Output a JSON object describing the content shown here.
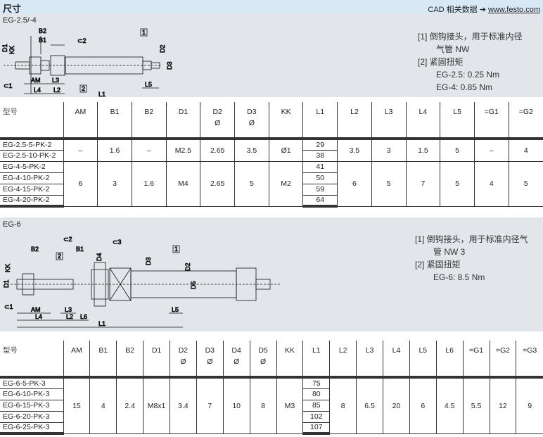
{
  "header": {
    "title": "尺寸",
    "cad_label": "CAD 相关数据 ➔",
    "cad_link": "www.festo.com"
  },
  "section1": {
    "title": "EG-2.5/-4",
    "notes": [
      "[1] 倒钩接头，用于标准内径",
      "气管 NW",
      "[2] 紧固扭矩",
      "EG-2.5: 0.25 Nm",
      "EG-4: 0.85 Nm"
    ],
    "drawing_labels": {
      "b2": "B2",
      "b1": "B1",
      "g2": "⊂2",
      "n1": "1",
      "n2": "2",
      "d1": "D1",
      "kk": "KK",
      "d2": "D2",
      "d3": "D3",
      "am": "AM",
      "l3": "L3",
      "l5": "L5",
      "g1": "⊂1",
      "l4": "L4",
      "l2": "L2",
      "l1": "L1"
    }
  },
  "table1": {
    "columns": [
      "型号",
      "AM",
      "B1",
      "B2",
      "D1",
      "D2\nØ",
      "D3\nØ",
      "KK",
      "L1",
      "L2",
      "L3",
      "L4",
      "L5",
      "=G1",
      "=G2"
    ],
    "models": [
      "EG-2.5-5-PK-2",
      "EG-2.5-10-PK-2",
      "EG-4-5-PK-2",
      "EG-4-10-PK-2",
      "EG-4-15-PK-2",
      "EG-4-20-PK-2"
    ],
    "cells": [
      [
        {
          "v": "–",
          "span": 2
        },
        {
          "v": "6",
          "span": 4
        }
      ],
      [
        {
          "v": "1.6",
          "span": 2
        },
        {
          "v": "3",
          "span": 4
        }
      ],
      [
        {
          "v": "–",
          "span": 2
        },
        {
          "v": "1.6",
          "span": 4
        }
      ],
      [
        {
          "v": "M2.5",
          "span": 2
        },
        {
          "v": "M4",
          "span": 4
        }
      ],
      [
        {
          "v": "2.65",
          "span": 2
        },
        {
          "v": "2.65",
          "span": 4
        }
      ],
      [
        {
          "v": "3.5",
          "span": 2
        },
        {
          "v": "5",
          "span": 4
        }
      ],
      [
        {
          "v": "Ø1",
          "span": 2
        },
        {
          "v": "M2",
          "span": 4
        }
      ],
      [
        {
          "v": "29",
          "span": 1
        },
        {
          "v": "38",
          "span": 1
        },
        {
          "v": "41",
          "span": 1
        },
        {
          "v": "50",
          "span": 1
        },
        {
          "v": "59",
          "span": 1
        },
        {
          "v": "64",
          "span": 1
        }
      ],
      [
        {
          "v": "3.5",
          "span": 2
        },
        {
          "v": "6",
          "span": 4
        }
      ],
      [
        {
          "v": "3",
          "span": 2
        },
        {
          "v": "5",
          "span": 4
        }
      ],
      [
        {
          "v": "1.5",
          "span": 2
        },
        {
          "v": "7",
          "span": 4
        }
      ],
      [
        {
          "v": "5",
          "span": 2
        },
        {
          "v": "5",
          "span": 4
        }
      ],
      [
        {
          "v": "–",
          "span": 2
        },
        {
          "v": "4",
          "span": 4
        }
      ],
      [
        {
          "v": "4",
          "span": 2
        },
        {
          "v": "5",
          "span": 4
        }
      ]
    ]
  },
  "section2": {
    "title": "EG-6",
    "notes": [
      "[1] 倒钩接头，用于标准内径气",
      "管 NW 3",
      "[2] 紧固扭矩",
      "EG-6: 8.5 Nm"
    ],
    "drawing_labels": {
      "g2": "⊂2",
      "b2": "B2",
      "b1": "B1",
      "g3": "⊂3",
      "n2": "2",
      "n1": "1",
      "kk": "KK",
      "d1": "D1",
      "d4": "D4",
      "d3": "D3",
      "d2": "D2",
      "d5": "D5",
      "g1": "⊂1",
      "am": "AM",
      "l3": "L3",
      "l4": "L4",
      "l2": "L2",
      "l6": "L6",
      "l5": "L5",
      "l1": "L1"
    }
  },
  "table2": {
    "columns": [
      "型号",
      "AM",
      "B1",
      "B2",
      "D1",
      "D2\nØ",
      "D3\nØ",
      "D4\nØ",
      "D5\nØ",
      "KK",
      "L1",
      "L2",
      "L3",
      "L4",
      "L5",
      "L6",
      "=G1",
      "=G2",
      "=G3"
    ],
    "models": [
      "EG-6-5-PK-3",
      "EG-6-10-PK-3",
      "EG-6-15-PK-3",
      "EG-6-20-PK-3",
      "EG-6-25-PK-3"
    ],
    "cells": [
      [
        {
          "v": "15",
          "span": 5
        }
      ],
      [
        {
          "v": "4",
          "span": 5
        }
      ],
      [
        {
          "v": "2.4",
          "span": 5
        }
      ],
      [
        {
          "v": "M8x1",
          "span": 5
        }
      ],
      [
        {
          "v": "3.4",
          "span": 5
        }
      ],
      [
        {
          "v": "7",
          "span": 5
        }
      ],
      [
        {
          "v": "10",
          "span": 5
        }
      ],
      [
        {
          "v": "8",
          "span": 5
        }
      ],
      [
        {
          "v": "M3",
          "span": 5
        }
      ],
      [
        {
          "v": "75",
          "span": 1
        },
        {
          "v": "80",
          "span": 1
        },
        {
          "v": "85",
          "span": 1
        },
        {
          "v": "102",
          "span": 1
        },
        {
          "v": "107",
          "span": 1
        }
      ],
      [
        {
          "v": "8",
          "span": 5
        }
      ],
      [
        {
          "v": "6.5",
          "span": 5
        }
      ],
      [
        {
          "v": "20",
          "span": 5
        }
      ],
      [
        {
          "v": "6",
          "span": 5
        }
      ],
      [
        {
          "v": "4.5",
          "span": 5
        }
      ],
      [
        {
          "v": "5.5",
          "span": 5
        }
      ],
      [
        {
          "v": "12",
          "span": 5
        }
      ],
      [
        {
          "v": "9",
          "span": 5
        }
      ]
    ]
  }
}
